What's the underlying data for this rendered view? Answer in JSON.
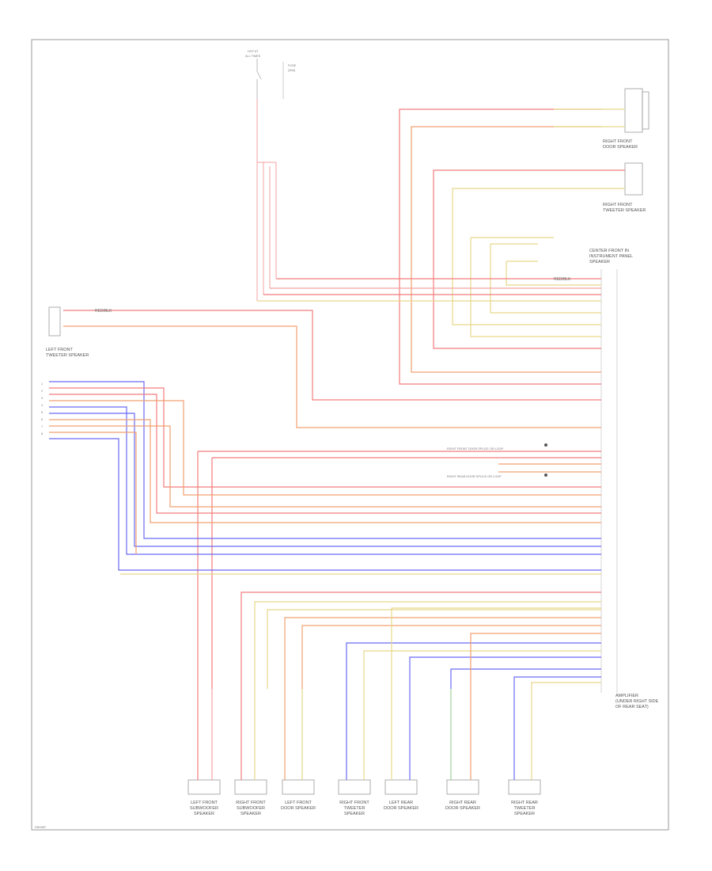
{
  "power": {
    "l1": "HOT AT",
    "l2": "ALL TIMES",
    "fuse_label": "FUSE",
    "fuse_sub": "(30A)"
  },
  "components": {
    "rf_speaker": [
      "RIGHT FRONT",
      "DOOR SPEAKER"
    ],
    "rf_tweeter": [
      "RIGHT FRONT",
      "TWEETER SPEAKER"
    ],
    "center_speaker": [
      "CENTER FRONT IN",
      "INSTRUMENT PANEL",
      "SPEAKER"
    ],
    "lf_tweeter": [
      "LEFT FRONT",
      "TWEETER SPEAKER"
    ],
    "amp": [
      "AMPLIFIER",
      "(UNDER RIGHT SIDE",
      "OF REAR SEAT)"
    ],
    "splice_top": "RIGHT FRONT DOOR SPLICE OR LOOP",
    "splice_bottom": "RIGHT REAR DOOR SPLICE OR LOOP"
  },
  "bottom_speakers": [
    [
      "LEFT FRONT",
      "SUBWOOFER",
      "SPEAKER"
    ],
    [
      "RIGHT FRONT",
      "SUBWOOFER",
      "SPEAKER"
    ],
    [
      "LEFT FRONT",
      "DOOR SPEAKER"
    ],
    [
      "RIGHT FRONT",
      "TWEETER",
      "SPEAKER"
    ],
    [
      "LEFT REAR",
      "DOOR SPEAKER"
    ],
    [
      "RIGHT REAR",
      "DOOR SPEAKER"
    ],
    [
      "RIGHT REAR",
      "TWEETER",
      "SPEAKER"
    ]
  ],
  "left_connector_pins": [
    "1",
    "2",
    "3",
    "4",
    "5",
    "6",
    "7",
    "8"
  ],
  "wire_code": "RED/BLK",
  "page_code": "D8H48T"
}
